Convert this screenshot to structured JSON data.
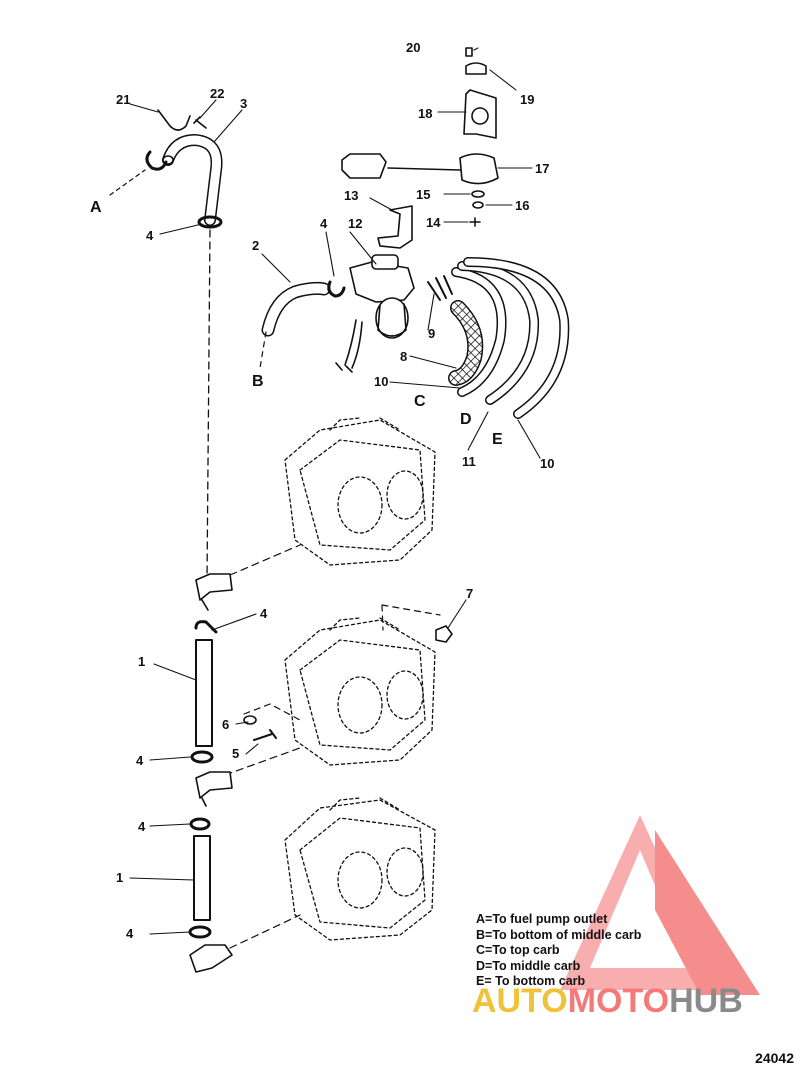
{
  "diagram": {
    "callouts": {
      "n1a": "1",
      "n1b": "1",
      "n2": "2",
      "n3": "3",
      "n4a": "4",
      "n4b": "4",
      "n4c": "4",
      "n4d": "4",
      "n4e": "4",
      "n4f": "4",
      "n5": "5",
      "n6": "6",
      "n7": "7",
      "n8": "8",
      "n9": "9",
      "n10a": "10",
      "n10b": "10",
      "n11": "11",
      "n12": "12",
      "n13": "13",
      "n14": "14",
      "n15": "15",
      "n16": "16",
      "n17": "17",
      "n18": "18",
      "n19": "19",
      "n20": "20",
      "n21": "21",
      "n22": "22",
      "A": "A",
      "B": "B",
      "C": "C",
      "D": "D",
      "E": "E"
    },
    "legend": [
      "A=To fuel pump outlet",
      "B=To bottom of middle carb",
      "C=To top carb",
      "D=To middle carb",
      "E= To bottom carb"
    ],
    "figure_number": "24042"
  },
  "watermark": {
    "part1": "AUTO",
    "part2": "MOTO",
    "part3": "HUB",
    "color_yellow": "#f0c23a",
    "color_red": "#f47a7a",
    "color_gray": "#8a8a8a"
  }
}
